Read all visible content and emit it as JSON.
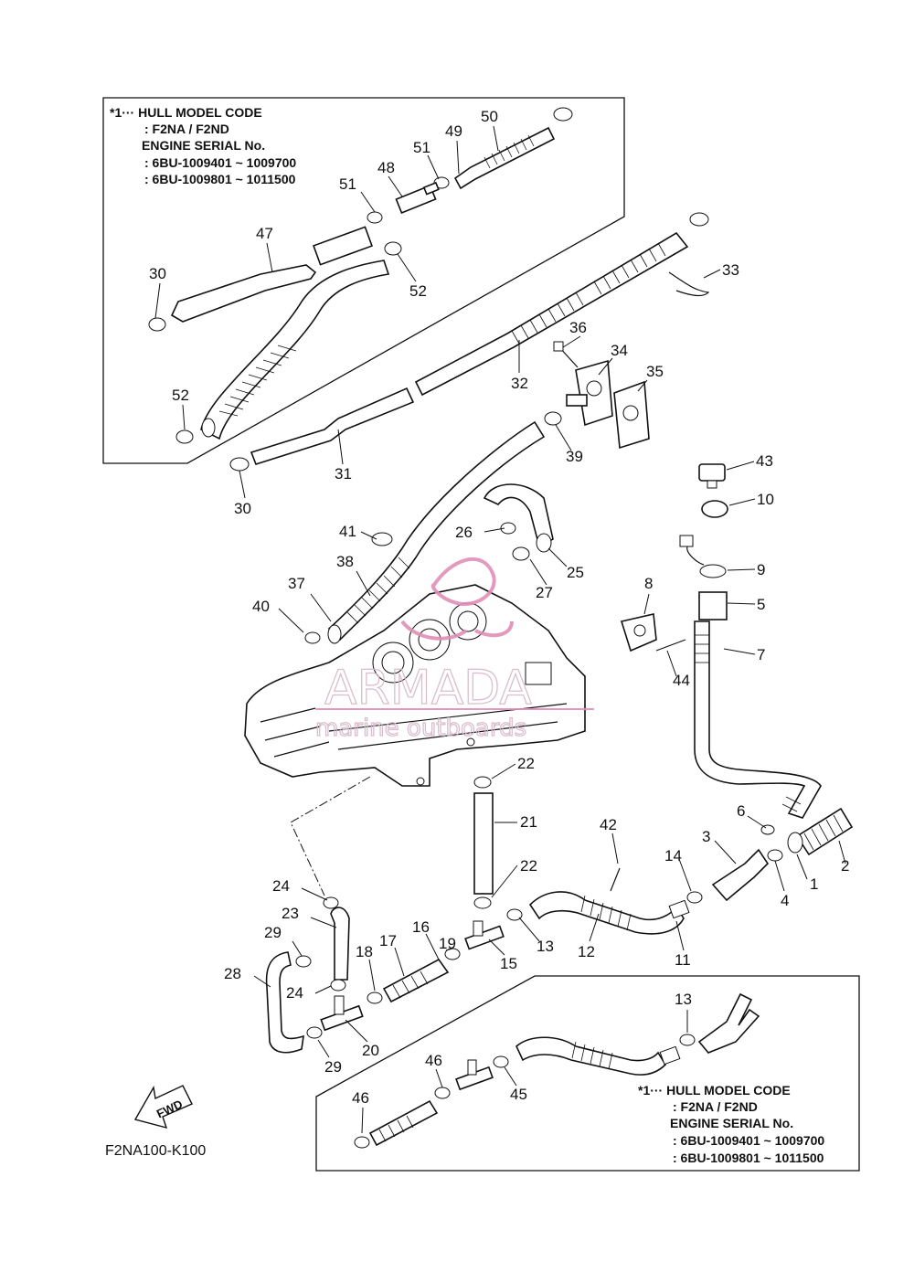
{
  "diagram_code": "F2NA100-K100",
  "fwd_label": "FWD",
  "watermark": {
    "brand": "ARMADA",
    "tagline": "marine outboards"
  },
  "notes": [
    {
      "lines": [
        "*1··· HULL MODEL CODE",
        ": F2NA / F2ND",
        "ENGINE SERIAL No.",
        ": 6BU-1009401 ~ 1009700",
        ": 6BU-1009801 ~ 1011500"
      ]
    },
    {
      "lines": [
        "*1··· HULL MODEL CODE",
        ": F2NA / F2ND",
        "ENGINE SERIAL No.",
        ": 6BU-1009401 ~ 1009700",
        ": 6BU-1009801 ~ 1011500"
      ]
    }
  ],
  "callouts": [
    {
      "label": "1"
    },
    {
      "label": "2"
    },
    {
      "label": "3"
    },
    {
      "label": "4"
    },
    {
      "label": "5"
    },
    {
      "label": "6"
    },
    {
      "label": "7"
    },
    {
      "label": "8"
    },
    {
      "label": "9"
    },
    {
      "label": "10"
    },
    {
      "label": "11"
    },
    {
      "label": "12"
    },
    {
      "label": "13"
    },
    {
      "label": "14"
    },
    {
      "label": "15"
    },
    {
      "label": "16"
    },
    {
      "label": "17"
    },
    {
      "label": "18"
    },
    {
      "label": "19"
    },
    {
      "label": "20"
    },
    {
      "label": "21"
    },
    {
      "label": "22"
    },
    {
      "label": "22"
    },
    {
      "label": "23"
    },
    {
      "label": "24"
    },
    {
      "label": "24"
    },
    {
      "label": "25"
    },
    {
      "label": "26"
    },
    {
      "label": "27"
    },
    {
      "label": "28"
    },
    {
      "label": "29"
    },
    {
      "label": "29"
    },
    {
      "label": "30"
    },
    {
      "label": "30"
    },
    {
      "label": "31"
    },
    {
      "label": "32"
    },
    {
      "label": "33"
    },
    {
      "label": "34"
    },
    {
      "label": "35"
    },
    {
      "label": "36"
    },
    {
      "label": "37"
    },
    {
      "label": "38"
    },
    {
      "label": "39"
    },
    {
      "label": "40"
    },
    {
      "label": "41"
    },
    {
      "label": "42"
    },
    {
      "label": "43"
    },
    {
      "label": "44"
    },
    {
      "label": "45"
    },
    {
      "label": "46"
    },
    {
      "label": "46"
    },
    {
      "label": "47"
    },
    {
      "label": "48"
    },
    {
      "label": "49"
    },
    {
      "label": "50"
    },
    {
      "label": "51"
    },
    {
      "label": "51"
    },
    {
      "label": "52"
    },
    {
      "label": "52"
    },
    {
      "label": "13"
    }
  ]
}
